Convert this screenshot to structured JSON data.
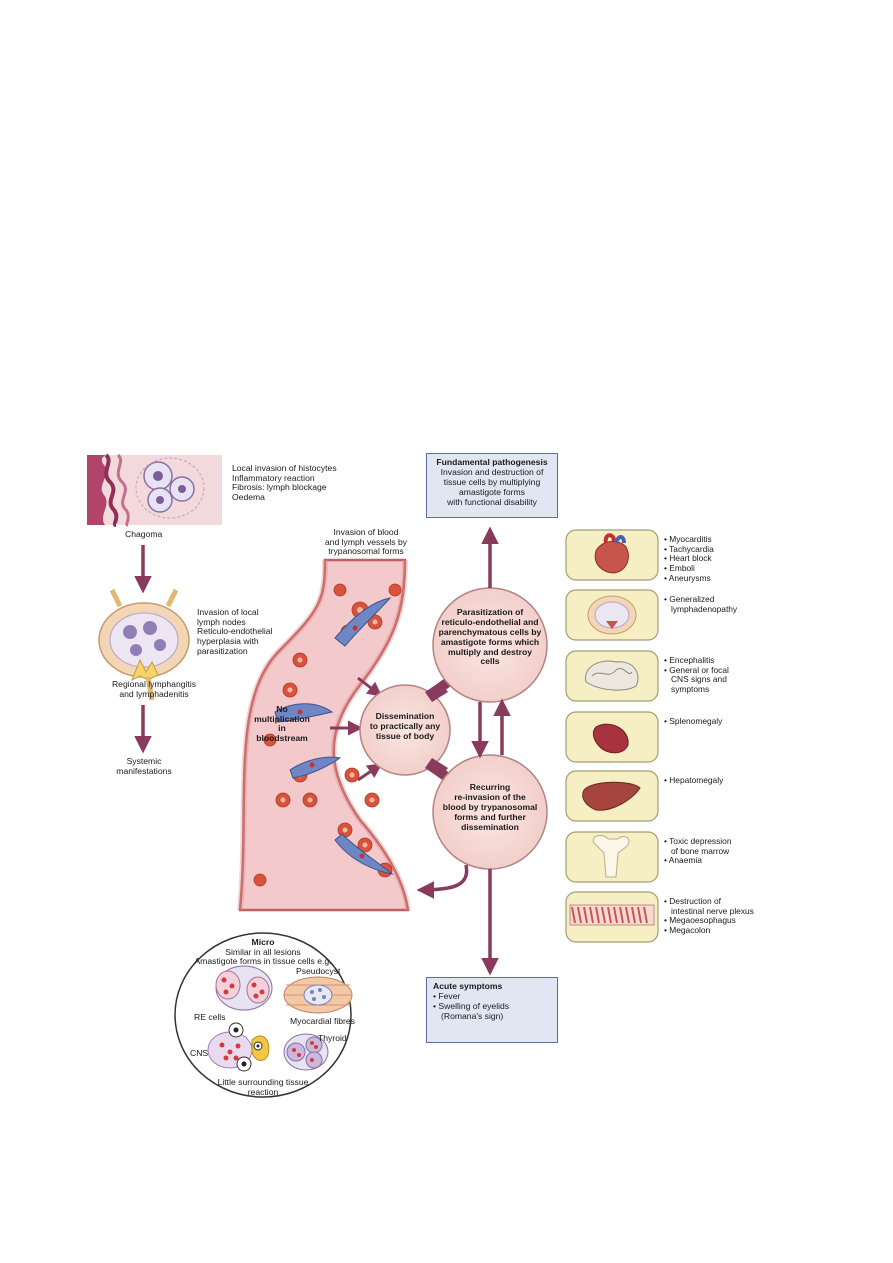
{
  "chagoma": {
    "label": "Chagoma",
    "notes": [
      "Local invasion of histocytes",
      "Inflammatory reaction",
      "Fibrosis: lymph blockage",
      "Oedema"
    ]
  },
  "lymph_node": {
    "notes": [
      "Invasion of local",
      "lymph nodes",
      "Reticulo-endothelial",
      "hyperplasia with",
      "parasitization"
    ],
    "caption": [
      "Regional lymphangitis",
      "and lymphadenitis"
    ]
  },
  "systemic": [
    "Systemic",
    "manifestations"
  ],
  "blood_vessel": {
    "invasion_label": [
      "Invasion of blood",
      "and lymph vessels by",
      "trypanosomal forms"
    ],
    "no_multiplication": [
      "No",
      "multiplication",
      "in",
      "bloodstream"
    ]
  },
  "fundamental": {
    "title": "Fundamental pathogenesis",
    "lines": [
      "Invasion and destruction of",
      "tissue cells by multiplying",
      "amastigote forms",
      "with functional disability"
    ]
  },
  "parasitization": [
    "Parasitization of",
    "reticulo-endothelial and",
    "parenchymatous cells by",
    "amastigote forms which",
    "multiply and destroy",
    "cells"
  ],
  "dissemination": [
    "Dissemination",
    "to practically any",
    "tissue of body"
  ],
  "recurring": [
    "Recurring",
    "re-invasion of the",
    "blood by trypanosomal",
    "forms and further",
    "dissemination"
  ],
  "acute": {
    "title": "Acute symptoms",
    "items": [
      "• Fever",
      "• Swelling of eyelids",
      "(Romana's sign)"
    ]
  },
  "micro": {
    "title": "Micro",
    "subtitle": [
      "Similar in all lesions",
      "Amastigote forms in tissue cells e.g."
    ],
    "re_cells": "RE cells",
    "pseudocyst": "Pseudocyst",
    "myocardial": "Myocardial fibres",
    "cns": "CNS",
    "thyroid": "Thyroid",
    "footer": [
      "Little surrounding tissue",
      "reaction"
    ]
  },
  "organs": [
    {
      "icon": "heart-icon",
      "items": [
        "• Myocarditis",
        "• Tachycardia",
        "• Heart block",
        "• Emboli",
        "• Aneurysms"
      ]
    },
    {
      "icon": "lymph-node-icon",
      "items": [
        "• Generalized",
        "lymphadenopathy"
      ]
    },
    {
      "icon": "brain-icon",
      "items": [
        "• Encephalitis",
        "• General or focal",
        "CNS signs and",
        "symptoms"
      ]
    },
    {
      "icon": "spleen-icon",
      "items": [
        "• Splenomegaly"
      ]
    },
    {
      "icon": "liver-icon",
      "items": [
        "• Hepatomegaly"
      ]
    },
    {
      "icon": "bone-icon",
      "items": [
        "• Toxic depression",
        "of bone marrow",
        "• Anaemia"
      ]
    },
    {
      "icon": "intestine-icon",
      "items": [
        "• Destruction of",
        "intestinal nerve plexus",
        "• Megaoesophagus",
        "• Megacolon"
      ]
    }
  ],
  "colors": {
    "arrow": "#8a3a5c",
    "vessel": "#f4c9cc",
    "vessel_edge": "#c06060",
    "rbc": "#d9533c",
    "circle_fill": "#f7dcd8",
    "box_fill": "#e1e6f3",
    "panel_fill": "#f6efc4"
  }
}
